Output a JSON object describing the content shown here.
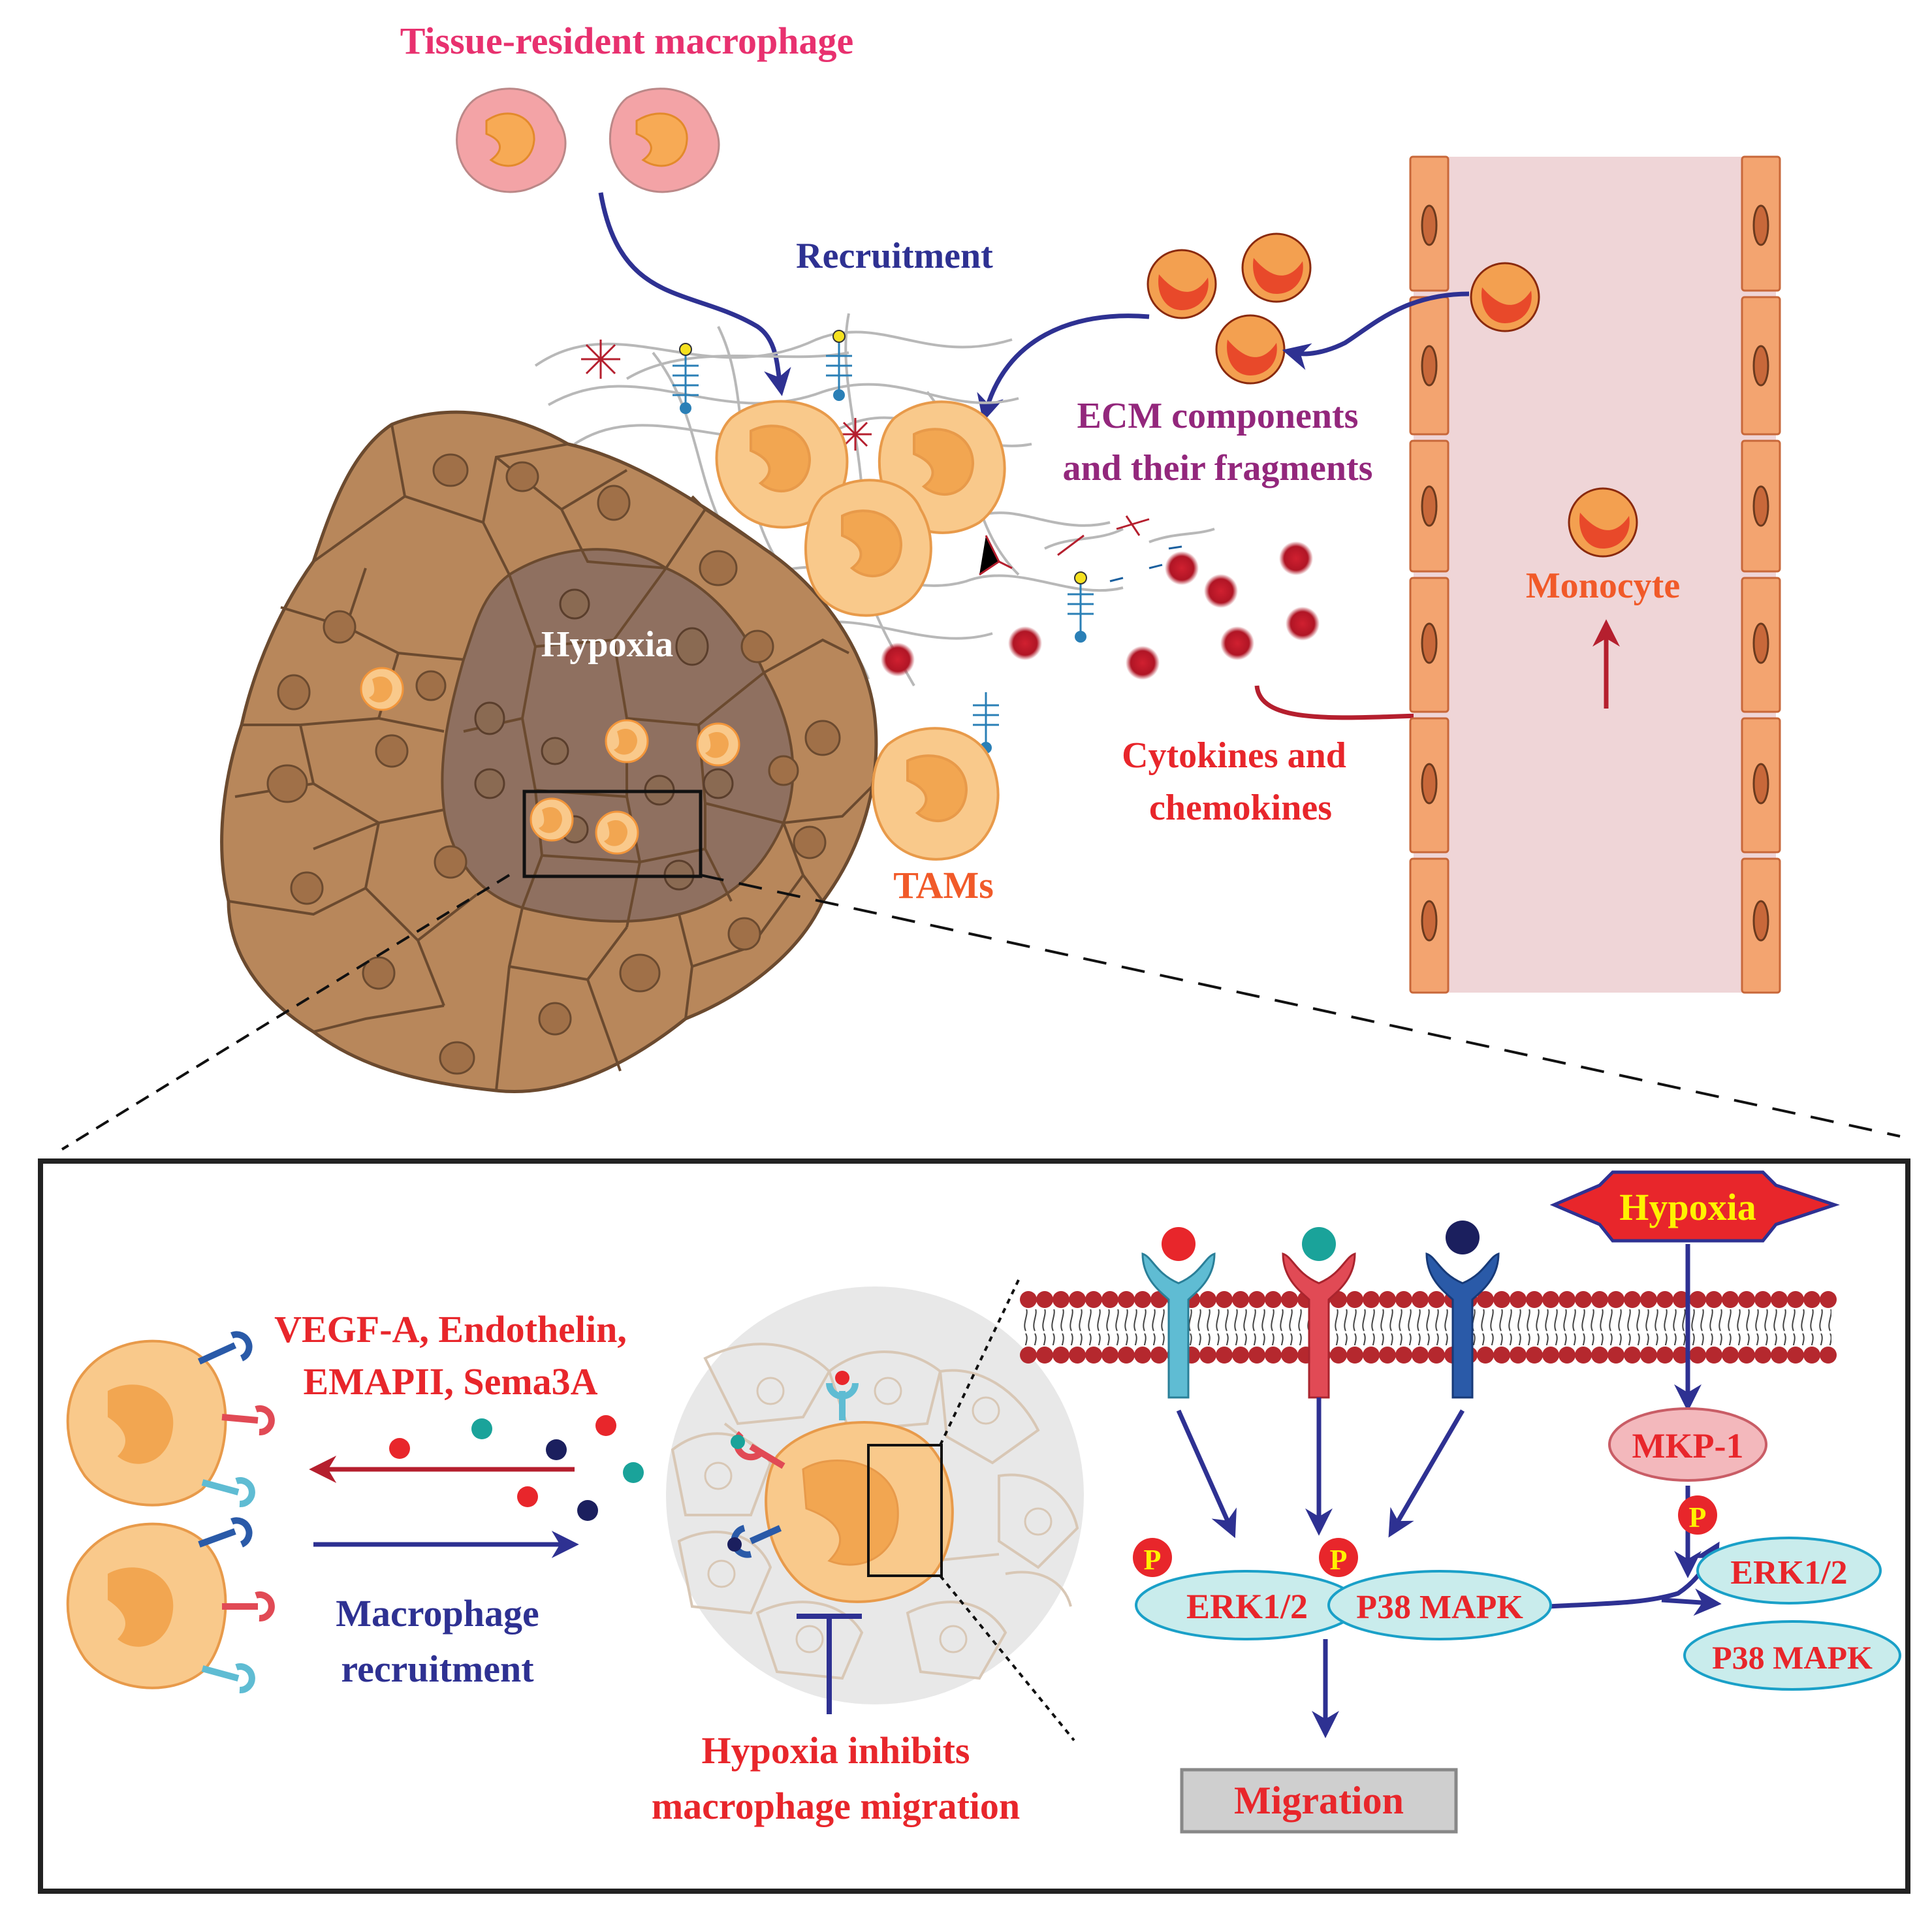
{
  "top": {
    "tissue_resident_label": "Tissue-resident macrophage",
    "recruitment_label": "Recruitment",
    "ecm_label_line1": "ECM components",
    "ecm_label_line2": "and their fragments",
    "hypoxia_label": "Hypoxia",
    "monocyte_label": "Monocyte",
    "cytokines_line1": "Cytokines and",
    "cytokines_line2": "chemokines",
    "tams_label": "TAMs"
  },
  "bottom": {
    "factors_line1": "VEGF-A, Endothelin,",
    "factors_line2": "EMAPII, Sema3A",
    "recruit_line1": "Macrophage",
    "recruit_line2": "recruitment",
    "inhibits_line1": "Hypoxia inhibits",
    "inhibits_line2": "macrophage migration",
    "hypoxia_banner": "Hypoxia",
    "mkp1": "MKP-1",
    "erk_left": "ERK1/2",
    "p38_left": "P38 MAPK",
    "erk_right": "ERK1/2",
    "p38_right": "P38 MAPK",
    "phospho": "P",
    "migration": "Migration"
  },
  "colors": {
    "navy": "#2e3192",
    "crimson": "#e8262b",
    "magenta": "#e8316f",
    "purple": "#93277c",
    "orange": "#f15a29",
    "tumor": "#b8875b",
    "tumor_dark": "#8f7060",
    "cell_fill": "#f7c58a",
    "nucleus": "#f2a651",
    "vessel": "#efd5d7",
    "endothelial": "#f3a470"
  }
}
